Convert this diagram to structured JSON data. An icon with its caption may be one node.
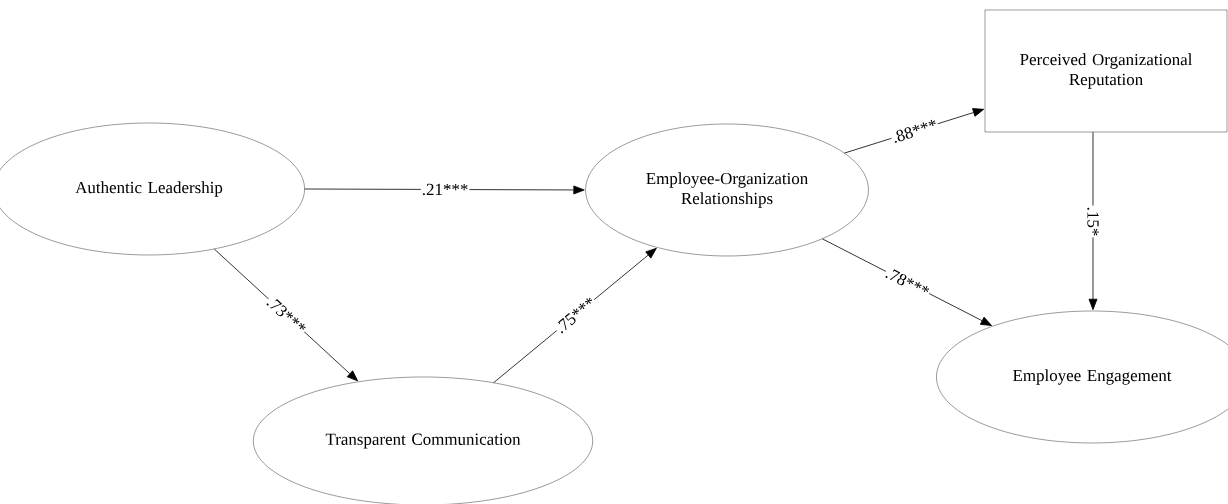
{
  "diagram": {
    "nodes": [
      {
        "text": [
          "Authentic Leadership"
        ]
      },
      {
        "text": [
          "Transparent Communication"
        ]
      },
      {
        "text": [
          "Employee-Organization Relationships"
        ]
      },
      {
        "text": [
          "Perceived Organizational Reputation"
        ]
      },
      {
        "text": [
          "Employee Engagement"
        ]
      }
    ],
    "edges": [
      {
        "from": 0,
        "to": 2,
        "arrow": "to",
        "label": ".21***"
      },
      {
        "from": 0,
        "to": 1,
        "arrow": "to",
        "label": ".73***"
      },
      {
        "from": 1,
        "to": 2,
        "arrow": "to",
        "label": ".75***"
      },
      {
        "from": 2,
        "to": 3,
        "arrow": "to",
        "label": ".88***"
      },
      {
        "from": 2,
        "to": 4,
        "arrow": "to",
        "label": ".78***"
      },
      {
        "from": 3,
        "to": 4,
        "arrow": "to",
        "label": ".15*"
      }
    ]
  }
}
